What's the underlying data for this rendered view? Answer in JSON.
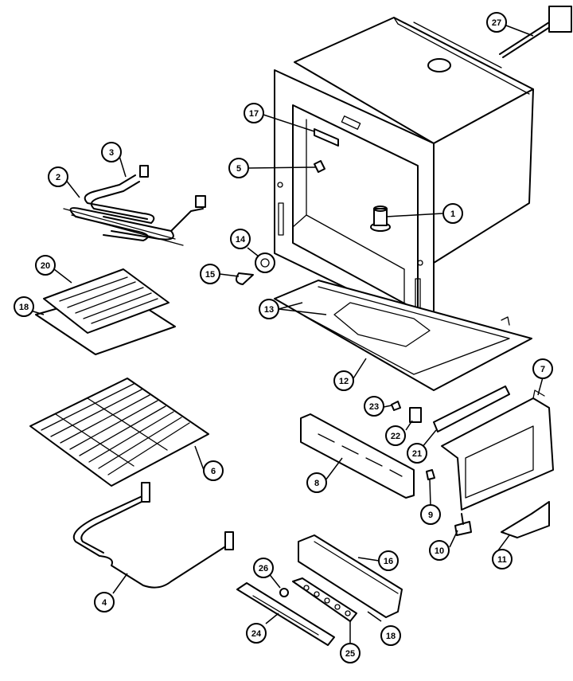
{
  "callouts": [
    {
      "id": "c1",
      "label": "1"
    },
    {
      "id": "c2",
      "label": "2"
    },
    {
      "id": "c3",
      "label": "3"
    },
    {
      "id": "c4",
      "label": "4"
    },
    {
      "id": "c5",
      "label": "5"
    },
    {
      "id": "c6",
      "label": "6"
    },
    {
      "id": "c7",
      "label": "7"
    },
    {
      "id": "c8",
      "label": "8"
    },
    {
      "id": "c9",
      "label": "9"
    },
    {
      "id": "c10",
      "label": "10"
    },
    {
      "id": "c11",
      "label": "11"
    },
    {
      "id": "c12",
      "label": "12"
    },
    {
      "id": "c13",
      "label": "13"
    },
    {
      "id": "c14",
      "label": "14"
    },
    {
      "id": "c15",
      "label": "15"
    },
    {
      "id": "c16",
      "label": "16"
    },
    {
      "id": "c17",
      "label": "17"
    },
    {
      "id": "c18a",
      "label": "18"
    },
    {
      "id": "c18b",
      "label": "18"
    },
    {
      "id": "c20",
      "label": "20"
    },
    {
      "id": "c21",
      "label": "21"
    },
    {
      "id": "c22",
      "label": "22"
    },
    {
      "id": "c23",
      "label": "23"
    },
    {
      "id": "c24",
      "label": "24"
    },
    {
      "id": "c25",
      "label": "25"
    },
    {
      "id": "c26",
      "label": "26"
    },
    {
      "id": "c27",
      "label": "27"
    }
  ]
}
